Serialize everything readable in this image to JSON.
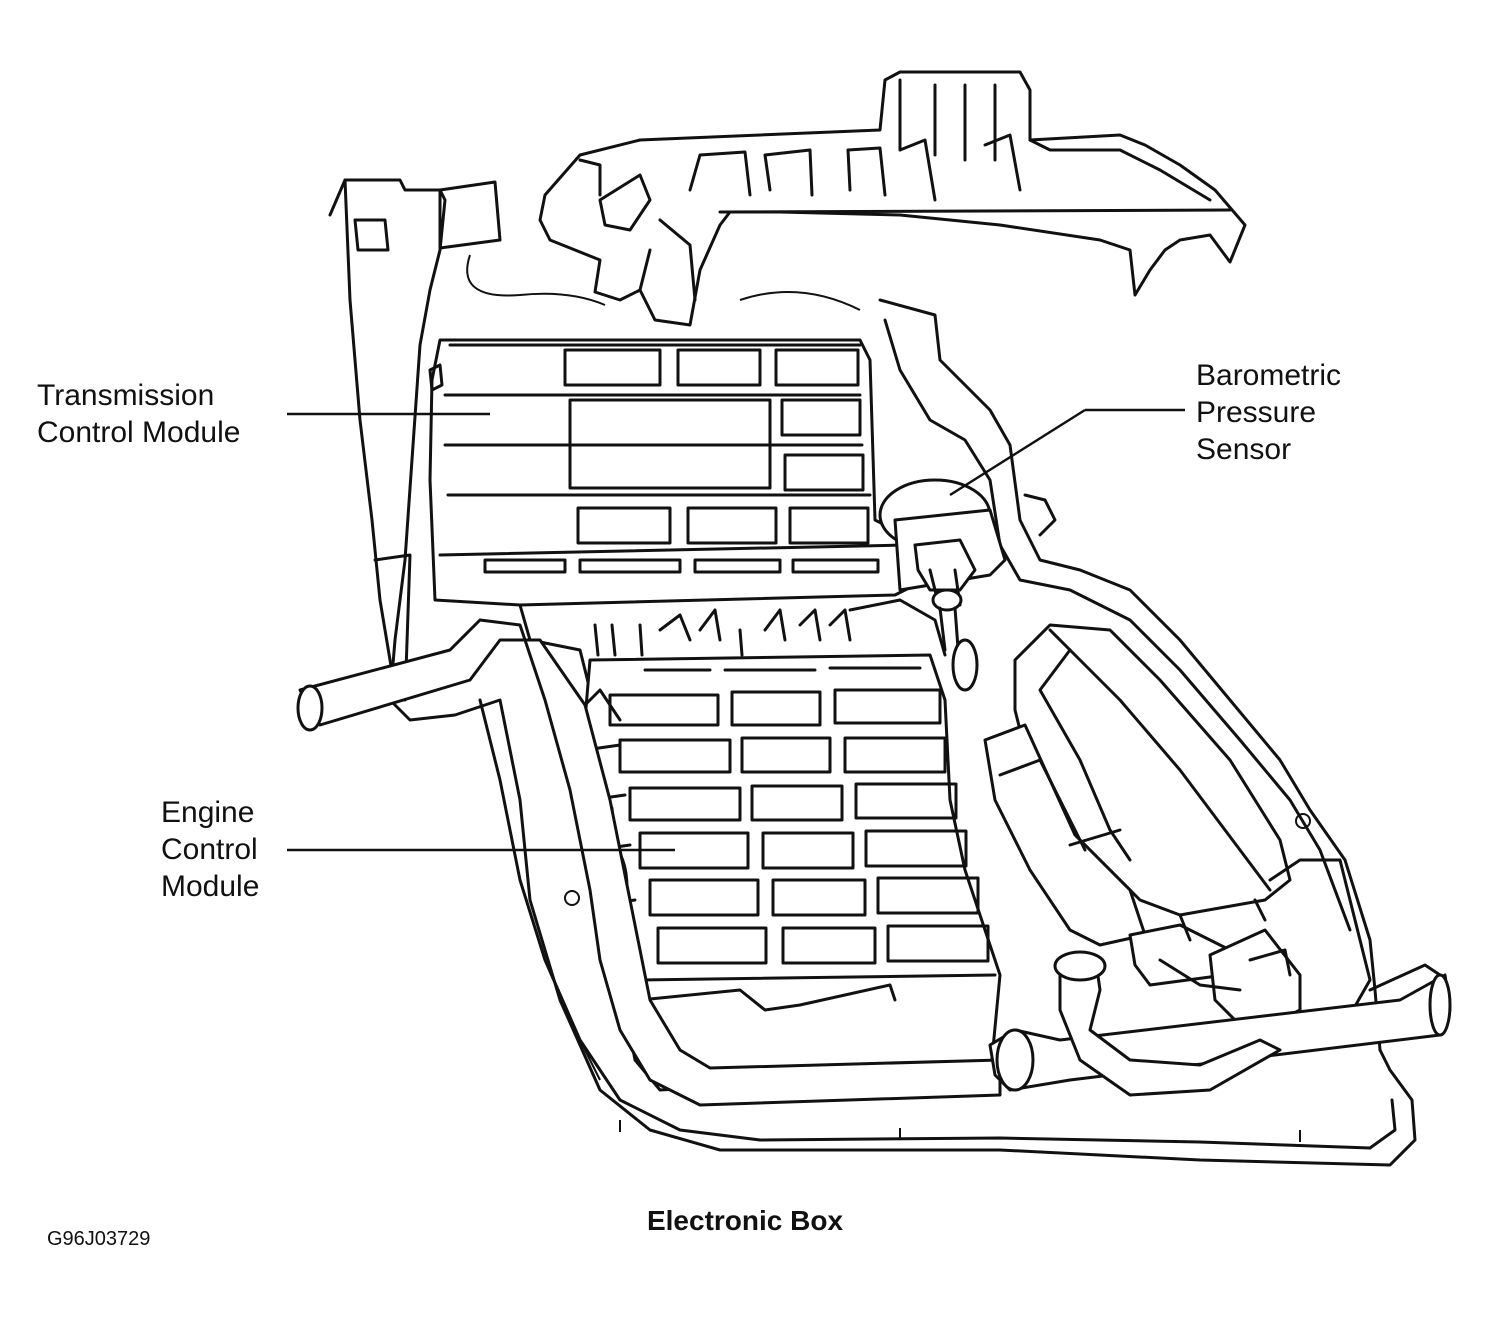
{
  "labels": {
    "tcm": [
      "Transmission",
      "Control Module"
    ],
    "ecm": [
      "Engine",
      "Control",
      "Module"
    ],
    "baro": [
      "Barometric",
      "Pressure",
      "Sensor"
    ]
  },
  "caption": "Electronic Box",
  "figure_id": "G96J03729"
}
